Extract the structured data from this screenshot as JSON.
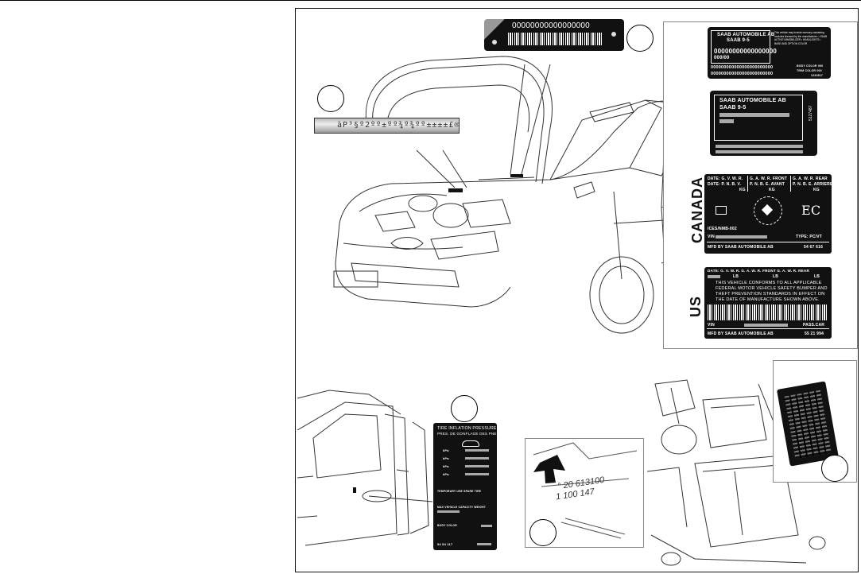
{
  "vin_tag": {
    "code": "00000000000000000"
  },
  "engraved_plate": {
    "code": "àP³§º2ºº±ºº¾º¾ºº±±±±£®"
  },
  "saab_plate_small": {
    "line1": "SAAB AUTOMOBILE AB",
    "line2": "SAAB 9-5",
    "number": "00000000000000000",
    "subnumber": "000/00",
    "bottom1": "000000000000000000000000",
    "bottom2": "000000000000000000000000",
    "body_color": "BODY COLOR   000",
    "trim_color": "TRIM COLOR   000",
    "right_text": "This vehicle may include memory-containing modules licensed by the manufacturer: • SAAB ACTIVE IMMOBILIZER • HEADLIGHTS • BASE AND OPTION COLOR",
    "part_no": "1234517"
  },
  "saab_plate_medium": {
    "line1": "SAAB AUTOMOBILE AB",
    "line2": "SAAB 9-5",
    "side_number": "5127487"
  },
  "canada_label": {
    "side_word": "CANADA",
    "col1_l1": "DATE: G. V. W. R.",
    "col1_l2": "DATE: P. N. B. V.",
    "col1_unit": "KG",
    "col2_l1": "G. A. W. R. FRONT",
    "col2_l2": "P. N. B. E. AVANT",
    "col2_unit": "KG",
    "col3_l1": "G. A. W. R. REAR",
    "col3_l2": "P. N. B. E. ARRIERE",
    "col3_unit": "KG",
    "ec_mark": "EC",
    "icesnmb": "ICES/NMB-002",
    "vin_label": "VIN",
    "type_label": "TYPE: PC/VT",
    "mfd": "MFD BY SAAB AUTOMOBILE AB",
    "mfd_no": "54 67 616"
  },
  "us_label": {
    "side_word": "US",
    "header": "DATE:  G. V. W. R.       G. A. W. R. FRONT     G. A. W. R. REAR",
    "unit_lb": "LB",
    "statement1": "THIS VEHICLE CONFORMS TO ALL APPLICABLE",
    "statement2": "FEDERAL MOTOR VEHICLE SAFETY BUMPER AND",
    "statement3": "THEFT PREVENTION STANDARDS IN EFFECT ON",
    "statement4": "THE DATE OF MANUFACTURE SHOWN ABOVE.",
    "vin_label": "VIN",
    "pass_car": "PASS.CAR",
    "mfd": "MFD BY SAAB AUTOMOBILE AB",
    "mfd_no": "55 21 994"
  },
  "tire_label": {
    "title1": "TIRE INFLATION PRESSURE",
    "title2": "PRES. DE GONFLAGE DES PNEUS",
    "rows": [
      "kPa",
      "kPa",
      "kPa",
      "kPa"
    ],
    "temp_text": "TEMPORARY USE SPARE TIRE",
    "max_load": "MAX VEHICLE CAPACITY WEIGHT",
    "body_color": "BODY COLOR",
    "part_no": "54 54 117"
  },
  "engine_stamp": {
    "line1": "° 20 613100",
    "line2": "1 100 147"
  }
}
